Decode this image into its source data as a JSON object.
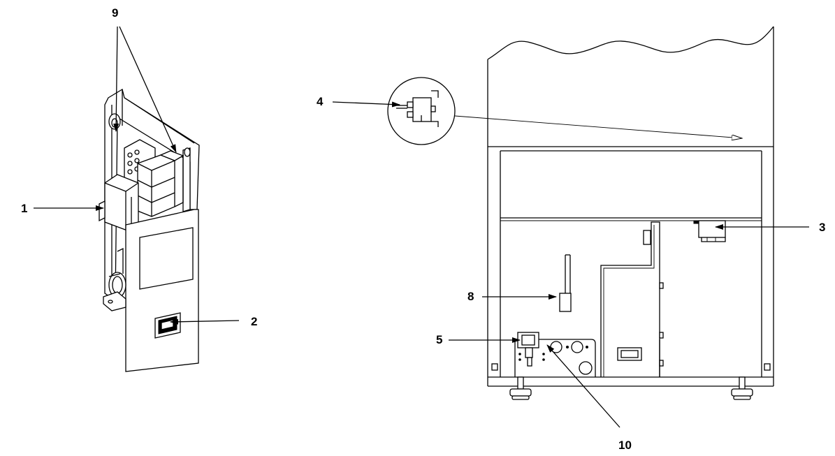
{
  "callouts": {
    "c1": "1",
    "c2": "2",
    "c3": "3",
    "c4": "4",
    "c5": "5",
    "c8": "8",
    "c9": "9",
    "c10": "10"
  }
}
